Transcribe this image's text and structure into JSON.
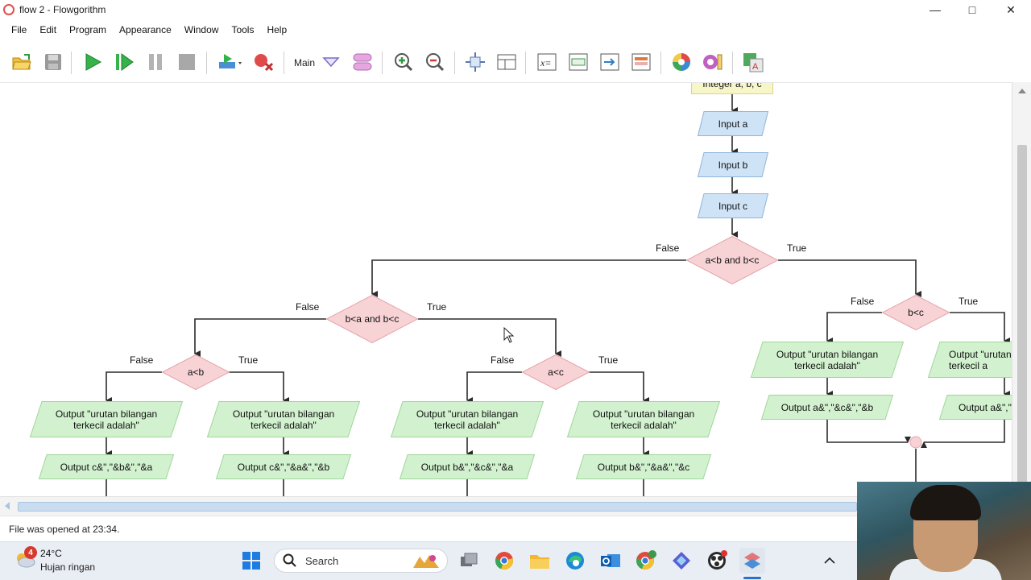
{
  "window": {
    "title": "flow 2 - Flowgorithm",
    "controls": {
      "minimize": "—",
      "maximize": "□",
      "close": "✕"
    }
  },
  "menu": [
    "File",
    "Edit",
    "Program",
    "Appearance",
    "Window",
    "Tools",
    "Help"
  ],
  "toolbar": {
    "function_selector": "Main",
    "icons": [
      "open-icon",
      "save-icon",
      "run-icon",
      "step-icon",
      "pause-icon",
      "stop-icon",
      "step-into-icon",
      "breakpoint-icon",
      "function-dropdown-icon",
      "shapes-icon",
      "zoom-in-icon",
      "zoom-out-icon",
      "fit-icon",
      "layout-icon",
      "variables-icon",
      "console-icon",
      "output-icon",
      "inspect-icon",
      "color-icon",
      "style-icon",
      "translate-icon"
    ]
  },
  "flowchart": {
    "declare": "Integer a, b, c",
    "inputs": [
      "Input a",
      "Input b",
      "Input c"
    ],
    "decisions": {
      "root": "a<b and b<c",
      "left": "b<a and b<c",
      "left_left": "a<b",
      "left_right": "a<c",
      "right": "b<c"
    },
    "branch_labels": {
      "false": "False",
      "true": "True"
    },
    "output_text": "Output \"urutan bilangan terkecil adalah\"",
    "output_text_cut": "Output \"urutan terkecil a",
    "results": {
      "ll_false": "Output c&\",\"&b&\",\"&a",
      "ll_true": "Output c&\",\"&a&\",\"&b",
      "lr_false": "Output b&\",\"&c&\",\"&a",
      "lr_true": "Output b&\",\"&a&\",\"&c",
      "r_false": "Output a&\",\"&c&\",\"&b",
      "r_true_cut": "Output a&\",\""
    }
  },
  "status": "File was opened at 23:34.",
  "taskbar": {
    "weather_temp": "24°C",
    "weather_condition": "Hujan ringan",
    "weather_badge": "4",
    "search_placeholder": "Search",
    "apps": [
      "start-icon",
      "task-view-icon",
      "chrome-icon",
      "file-explorer-icon",
      "edge-icon",
      "outlook-icon",
      "chrome-profile-icon",
      "copilot-icon",
      "obs-icon",
      "flowgorithm-icon"
    ]
  },
  "colors": {
    "input_fill": "#cfe3f7",
    "input_stroke": "#8fb3d9",
    "decision_fill": "#f8d3d6",
    "decision_stroke": "#e3a5ab",
    "output_fill": "#d2f2cf",
    "output_stroke": "#9fd59a",
    "declare_fill": "#f7f6c9",
    "line": "#2b2b2b"
  }
}
